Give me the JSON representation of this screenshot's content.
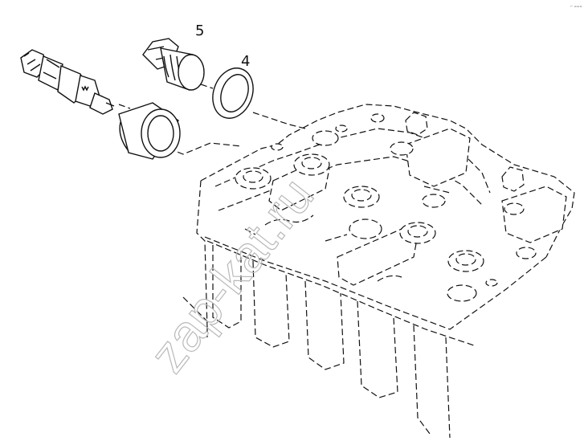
{
  "callouts": [
    {
      "id": "5",
      "label": "5"
    },
    {
      "id": "4",
      "label": "4"
    }
  ],
  "corner_mark": "⌐ ===",
  "watermark": "zap-kat.ru",
  "colors": {
    "line": "#111111",
    "watermark": "#b9b9b9",
    "background": "#ffffff"
  }
}
